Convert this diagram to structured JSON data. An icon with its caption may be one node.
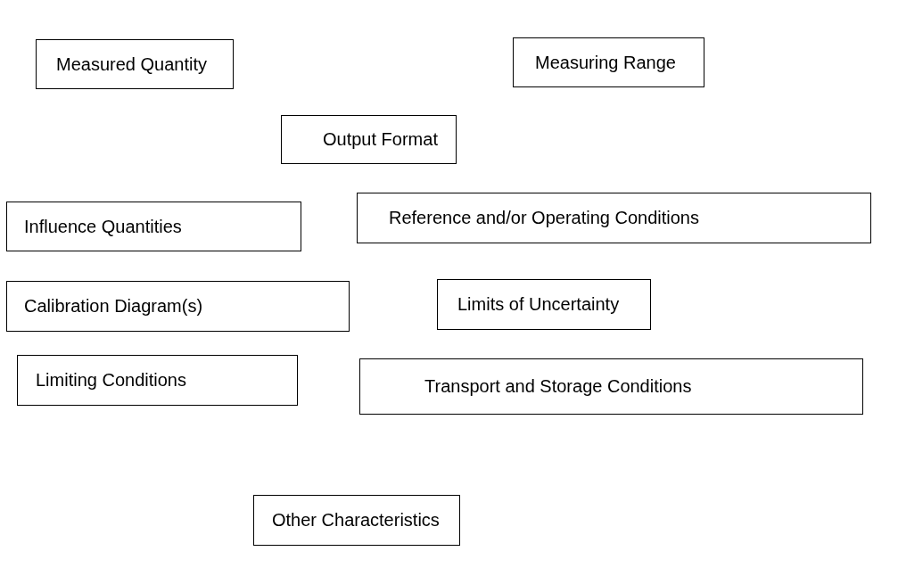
{
  "diagram": {
    "nodes": [
      {
        "text": [
          "Measured Quantity"
        ]
      },
      {
        "text": [
          "Measuring Range"
        ]
      },
      {
        "text": [
          "Output Format"
        ]
      },
      {
        "text": [
          "Influence Quantities"
        ]
      },
      {
        "text": [
          "Reference and/or Operating Conditions"
        ]
      },
      {
        "text": [
          "Calibration Diagram(s)"
        ]
      },
      {
        "text": [
          "Limits of Uncertainty"
        ]
      },
      {
        "text": [
          "Limiting Conditions"
        ]
      },
      {
        "text": [
          "Transport and Storage Conditions"
        ]
      },
      {
        "text": [
          "Other Characteristics"
        ]
      }
    ]
  }
}
